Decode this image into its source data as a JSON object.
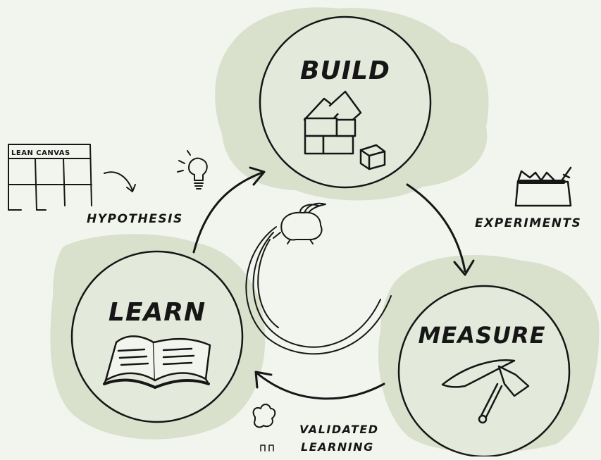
{
  "nodes": {
    "build": {
      "title": "BUILD"
    },
    "measure": {
      "title": "MEASURE"
    },
    "learn": {
      "title": "LEARN"
    }
  },
  "edge_labels": {
    "experiments": "EXPERIMENTS",
    "hypothesis": "HYPOTHESIS",
    "validated_learning_line1": "VALIDATED",
    "validated_learning_line2": "LEARNING"
  },
  "lean_canvas": {
    "title": "LEAN CANVAS"
  },
  "icons": {
    "build": "blocks-icon",
    "measure": "pickaxe-icon",
    "learn": "open-book-icon",
    "experiments": "toolbox-icon",
    "hypothesis": "lightbulb-icon",
    "center": "rabbit-icon",
    "validated_learning": "brain-icon"
  },
  "colors": {
    "background": "#f2f5ee",
    "blob": "#d9e0cc",
    "circle_fill": "#e4eadb",
    "ink": "#161616"
  }
}
